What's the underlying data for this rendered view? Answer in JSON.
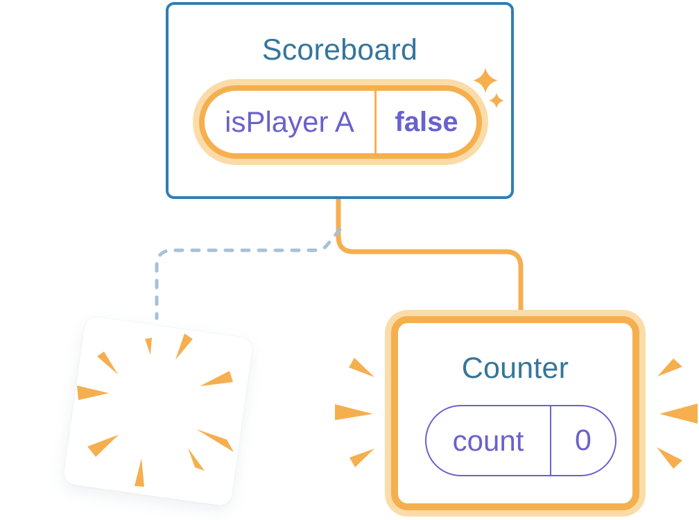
{
  "colors": {
    "bg": "#FFFFFF",
    "orange": "#F5AF4F",
    "orange-halo": "#FBDCA8",
    "purple": "#6961CE",
    "card-border-blue": "#2F7EB2",
    "title-blue": "#35759B",
    "dash-blue": "#A7C1D6"
  },
  "scoreboard": {
    "title": "Scoreboard",
    "state": {
      "name": "isPlayer A",
      "value": "false"
    }
  },
  "counter": {
    "title": "Counter",
    "state": {
      "name": "count",
      "value": "0"
    }
  },
  "icons": {
    "sparkle-icon": "✦ four-point star (new state)",
    "burst-rays-icon": "radiating orange triangles (emphasis)",
    "poof-icon": "explosion burst inside destroyed component card"
  }
}
